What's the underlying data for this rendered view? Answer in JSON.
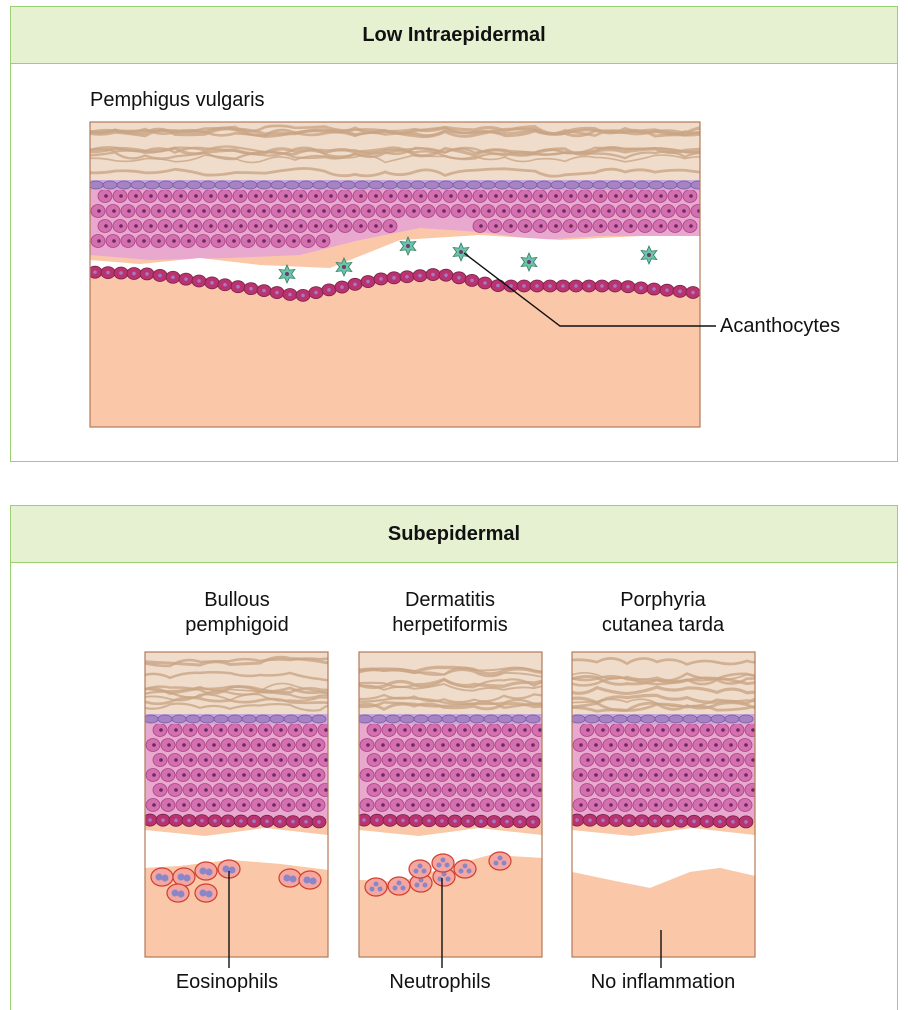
{
  "panels": [
    {
      "title": "Low Intraepidermal",
      "diagrams": [
        {
          "title": "Pemphigus vulgaris",
          "annotation": "Acanthocytes"
        }
      ]
    },
    {
      "title": "Subepidermal",
      "diagrams": [
        {
          "title": "Bullous\npemphigoid",
          "annotation": "Eosinophils"
        },
        {
          "title": "Dermatitis\nherpetiformis",
          "annotation": "Neutrophils"
        },
        {
          "title": "Porphyria\ncutanea tarda",
          "annotation": "No inflammation"
        }
      ]
    }
  ],
  "colors": {
    "panel_border": "#9ccf6f",
    "panel_header": "#e6f1d2",
    "stratum_corneum": "#efdccb",
    "fibers": "#c9a585",
    "granular_cells": "#a683c4",
    "spinous_cells": "#d46fb0",
    "basal_cells": "#b8336f",
    "dermis": "#fac7a8",
    "acanthocyte": "#6cc6a6",
    "inflammatory_cell": "#f4a6a0",
    "nucleus": "#8a87c8"
  },
  "icons": [
    "skin-section-diagram",
    "acanthocyte-icon",
    "eosinophil-icon",
    "neutrophil-icon"
  ]
}
